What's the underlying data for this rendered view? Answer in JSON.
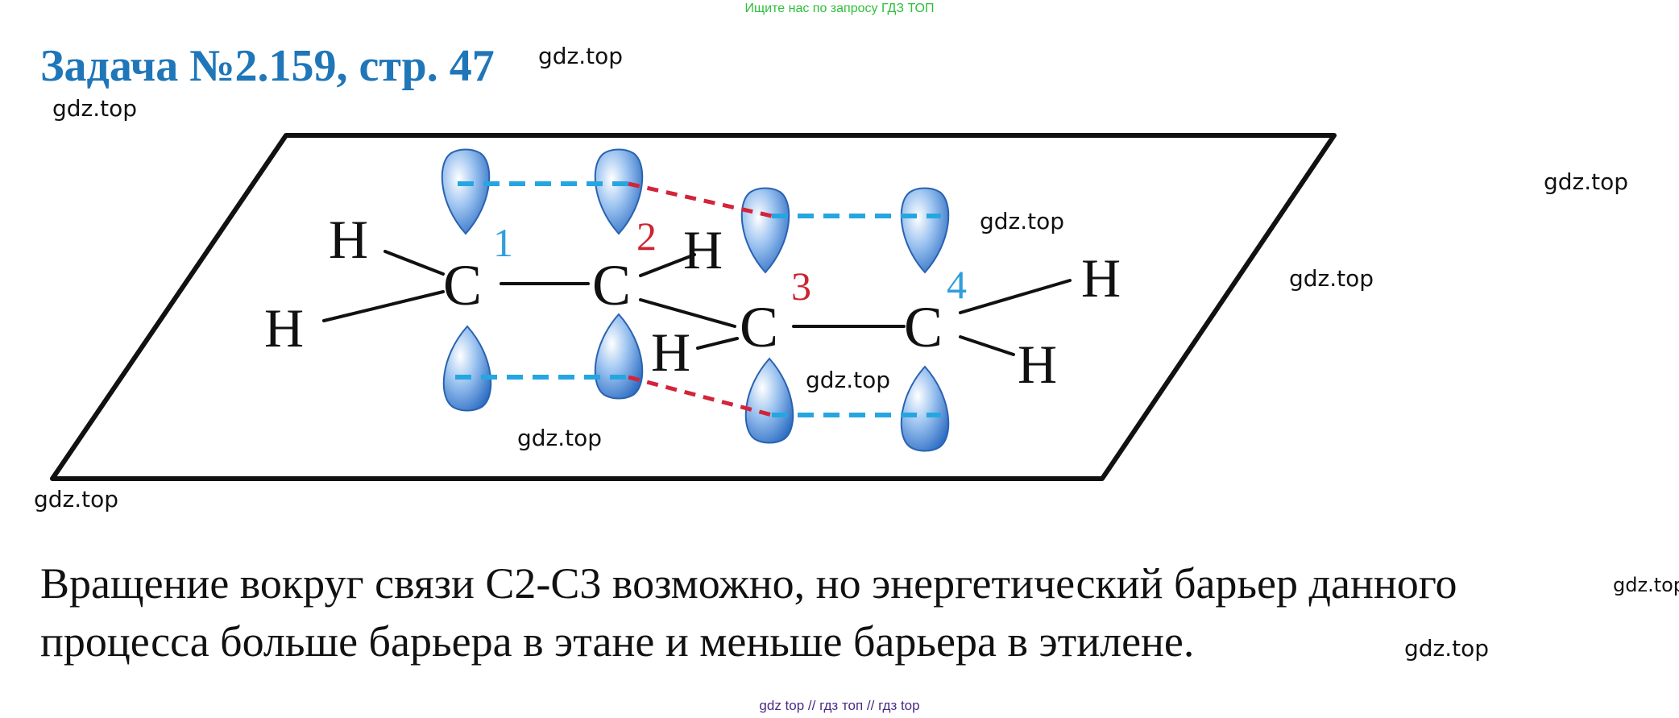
{
  "top_hint": "Ищите нас по запросу ГДЗ ТОП",
  "title": "Задача №2.159, стр. 47",
  "watermark": "gdz.top",
  "diagram": {
    "atoms": {
      "c": "C",
      "h": "H"
    },
    "numbers": [
      "1",
      "2",
      "3",
      "4"
    ],
    "colors": {
      "plane": "#111111",
      "lobe": "#3f7fd0",
      "pi_bond": "#26a6e0",
      "weak_bond": "#d3243a",
      "num_blue": "#2f9fdc",
      "num_red": "#cc2530"
    }
  },
  "answer_text": "Вращение вокруг связи С2-С3 возможно, но энергетический барьер данного процесса больше барьера в этане и меньше барьера в этилене.",
  "footer": "gdz top  //  гдз топ  //  гдз top"
}
